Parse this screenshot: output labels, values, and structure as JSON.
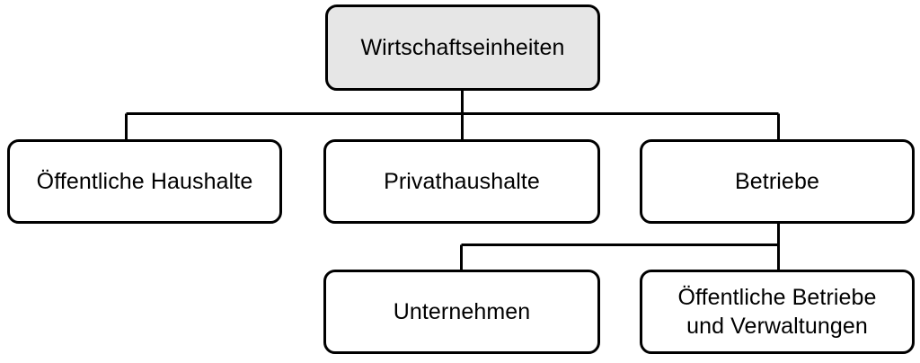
{
  "diagram": {
    "type": "hierarchy-tree",
    "title": "Wirtschaftseinheiten",
    "background_color": "#ffffff",
    "stroke_color": "#000000",
    "shaded_fill": "#e6e6e6",
    "plain_fill": "#ffffff"
  },
  "nodes": {
    "root": {
      "label": "Wirtschaftseinheiten",
      "level": 0
    },
    "oeffentliche_haushalte": {
      "label": "Öffentliche Haushalte",
      "level": 1
    },
    "privathaushalte": {
      "label": "Privathaushalte",
      "level": 1
    },
    "betriebe": {
      "label": "Betriebe",
      "level": 1
    },
    "unternehmen": {
      "label": "Unternehmen",
      "level": 2
    },
    "oeffentliche_betriebe": {
      "label": "Öffentliche Betriebe\nund Verwaltungen",
      "level": 2
    }
  },
  "edges": [
    {
      "from": "root",
      "to": "oeffentliche_haushalte"
    },
    {
      "from": "root",
      "to": "privathaushalte"
    },
    {
      "from": "root",
      "to": "betriebe"
    },
    {
      "from": "betriebe",
      "to": "unternehmen"
    },
    {
      "from": "betriebe",
      "to": "oeffentliche_betriebe"
    }
  ]
}
